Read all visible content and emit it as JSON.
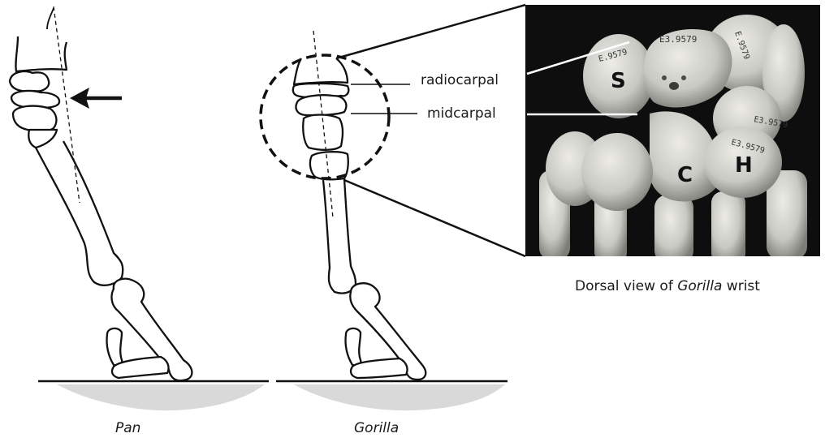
{
  "labels": {
    "radiocarpal": "radiocarpal",
    "midcarpal": "midcarpal",
    "pan": "Pan",
    "gorilla": "Gorilla"
  },
  "photo": {
    "caption_prefix": "Dorsal view of ",
    "caption_genus": "Gorilla",
    "caption_suffix": " wrist",
    "bone_labels": {
      "scaphoid": "S",
      "capitate": "C",
      "hamate": "H"
    },
    "specimen_numbers": [
      "E.9579",
      "E3.9579",
      "E.9579",
      "E3.9579",
      "E3.9579"
    ]
  },
  "colors": {
    "outline": "#111111",
    "ground_shadow": "#d9d9d9",
    "photo_background": "#0e0e0e",
    "bone": "#c9c9c4"
  }
}
